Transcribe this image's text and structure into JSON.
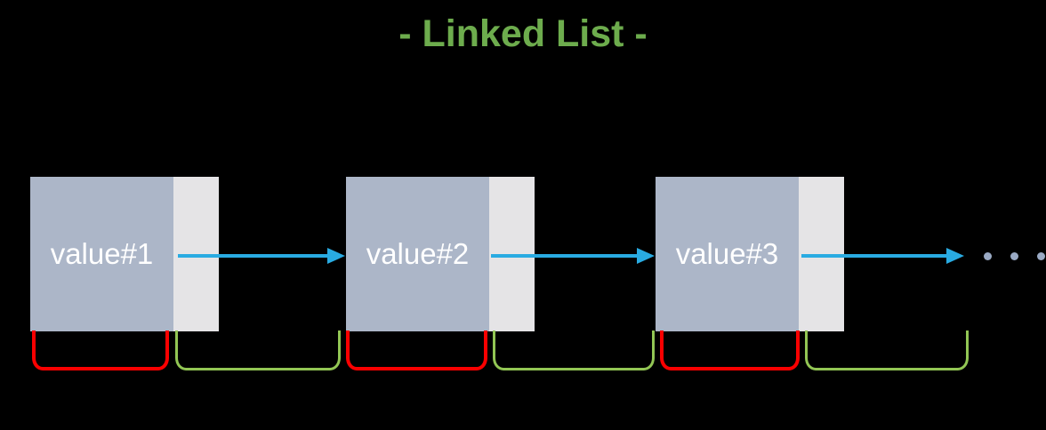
{
  "title": {
    "text": "- Linked List -"
  },
  "colors": {
    "background": "#000000",
    "title_color": "#6dac4d",
    "node_value_bg": "#acb6c8",
    "node_pointer_bg": "#e5e4e6",
    "node_text": "#ffffff",
    "arrow": "#29abe2",
    "value_bracket": "#fa0000",
    "pointer_bracket": "#92c654",
    "ellipsis_dot": "#9aaac4"
  },
  "nodes": [
    {
      "label": "value#1"
    },
    {
      "label": "value#2"
    },
    {
      "label": "value#3"
    }
  ],
  "ellipsis": {
    "dot_count": 3
  },
  "icons": [
    "next-pointer-arrow",
    "ellipsis-dot",
    "value-region-bracket",
    "pointer-region-bracket"
  ]
}
